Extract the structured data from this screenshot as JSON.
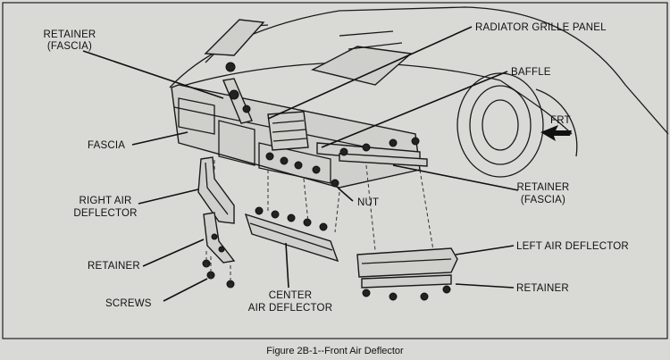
{
  "labels": {
    "retainer_fascia_top_line1": "RETAINER",
    "retainer_fascia_top_line2": "(FASCIA)",
    "radiator_grille_panel": "RADIATOR GRILLE PANEL",
    "baffle": "BAFFLE",
    "frt": "FRT",
    "fascia": "FASCIA",
    "right_air_deflector_line1": "RIGHT AIR",
    "right_air_deflector_line2": "DEFLECTOR",
    "nut": "NUT",
    "retainer_fascia_right_line1": "RETAINER",
    "retainer_fascia_right_line2": "(FASCIA)",
    "retainer_left": "RETAINER",
    "left_air_deflector": "LEFT AIR DEFLECTOR",
    "screws": "SCREWS",
    "center_air_deflector_line1": "CENTER",
    "center_air_deflector_line2": "AIR DEFLECTOR",
    "retainer_right": "RETAINER"
  },
  "caption": "Figure 2B-1--Front Air Deflector",
  "colors": {
    "paper": "#d9d9d6",
    "ink": "#111111"
  }
}
